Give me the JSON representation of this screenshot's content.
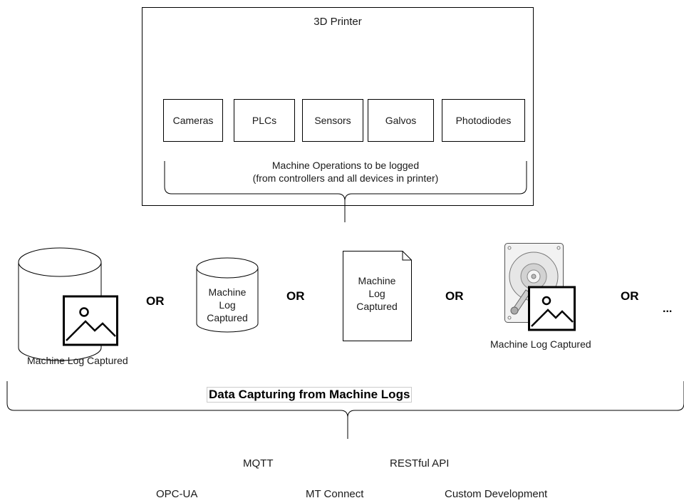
{
  "printer": {
    "title": "3D Printer",
    "devices": [
      "Cameras",
      "PLCs",
      "Sensors",
      "Galvos",
      "Photodiodes"
    ],
    "note_line1": "Machine Operations to be logged",
    "note_line2": "(from controllers and all devices in printer)"
  },
  "storage": {
    "caption_db_image": "Machine Log Captured",
    "cylinder_line1": "Machine",
    "cylinder_line2": "Log",
    "cylinder_line3": "Captured",
    "doc_line1": "Machine",
    "doc_line2": "Log",
    "doc_line3": "Captured",
    "caption_hdd": "Machine Log Captured",
    "or_label": "OR",
    "ellipsis": "..."
  },
  "capture_title": "Data Capturing from Machine Logs",
  "protocols": {
    "mqtt": "MQTT",
    "restful": "RESTful API",
    "opcua": "OPC-UA",
    "mtconnect": "MT Connect",
    "custom": "Custom Development"
  }
}
